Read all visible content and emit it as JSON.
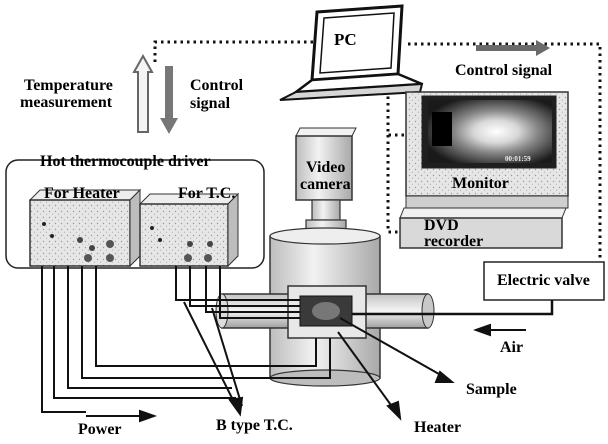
{
  "labels": {
    "pc": "PC",
    "control_signal_right": "Control signal",
    "temperature_measurement": [
      "Temperature",
      "measurement"
    ],
    "control_signal_left": [
      "Control",
      "signal"
    ],
    "hot_thermocouple_driver": "Hot thermocouple driver",
    "for_heater": "For Heater",
    "for_tc": "For T.C.",
    "video_camera": [
      "Video",
      "camera"
    ],
    "monitor": "Monitor",
    "dvd_recorder": [
      "DVD",
      "recorder"
    ],
    "electric_valve": "Electric valve",
    "air": "Air",
    "sample": "Sample",
    "heater": "Heater",
    "power": "Power",
    "b_type_tc": "B type T.C."
  },
  "monitor_screen_text": "00:01:59"
}
